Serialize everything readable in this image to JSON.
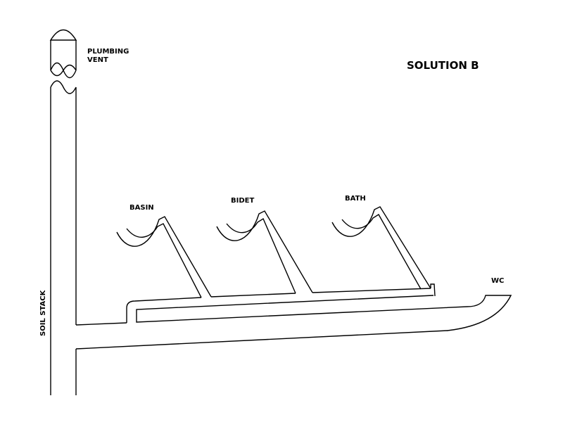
{
  "title": "SOLUTION B",
  "labels": {
    "vent_line1": "PLUMBING",
    "vent_line2": "VENT",
    "soil_stack": "SOIL STACK",
    "basin": "BASIN",
    "bidet": "BIDET",
    "bath": "BATH",
    "wc": "WC"
  },
  "colors": {
    "line": "#000000",
    "background": "#ffffff"
  }
}
